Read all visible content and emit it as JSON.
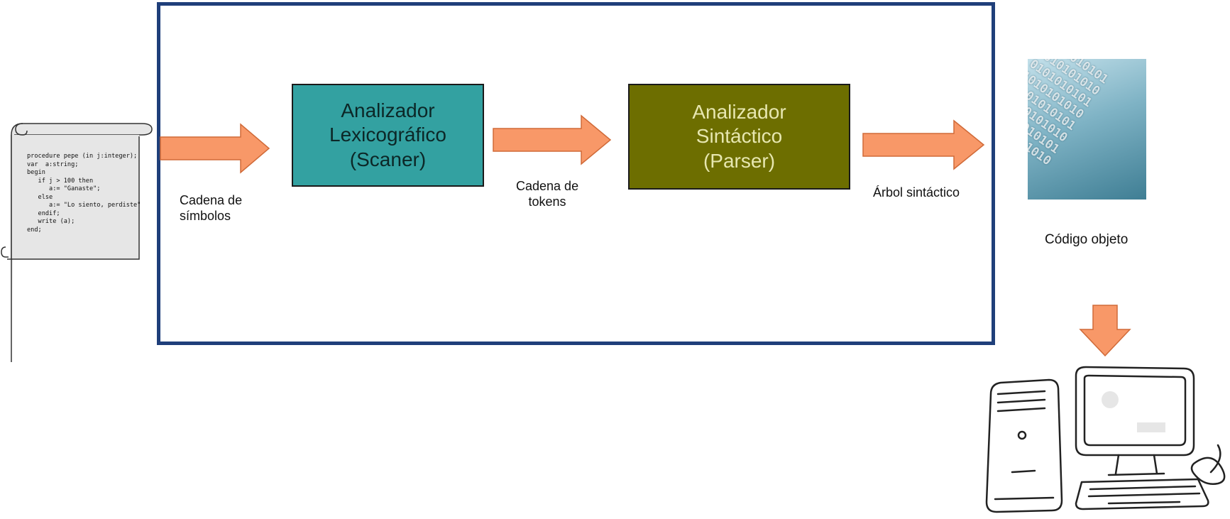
{
  "blocks": {
    "scanner": "Analizador\nLexicográfico\n(Scaner)",
    "parser": "Analizador\nSintáctico\n(Parser)"
  },
  "labels": {
    "symbols": "Cadena de\nsímbolos",
    "tokens": "Cadena de\ntokens",
    "tree": "Árbol sintáctico",
    "object_code": "Código objeto"
  },
  "source_code": "procedure pepe (in j:integer);\nvar  a:string;\nbegin\n   if j > 100 then\n      a:= \"Ganaste\";\n   else\n      a:= \"Lo siento, perdiste\"\n   endif;\n   write (a);\nend;",
  "binary_text": "0101010101\n1010101010\n0101010101\n1010101010\n0101010101\n1010101010\n0101010101\n1010101010",
  "colors": {
    "frame": "#1f3f7a",
    "arrow": "#f89868",
    "scanner": "#33a1a1",
    "parser": "#6d6e00"
  }
}
